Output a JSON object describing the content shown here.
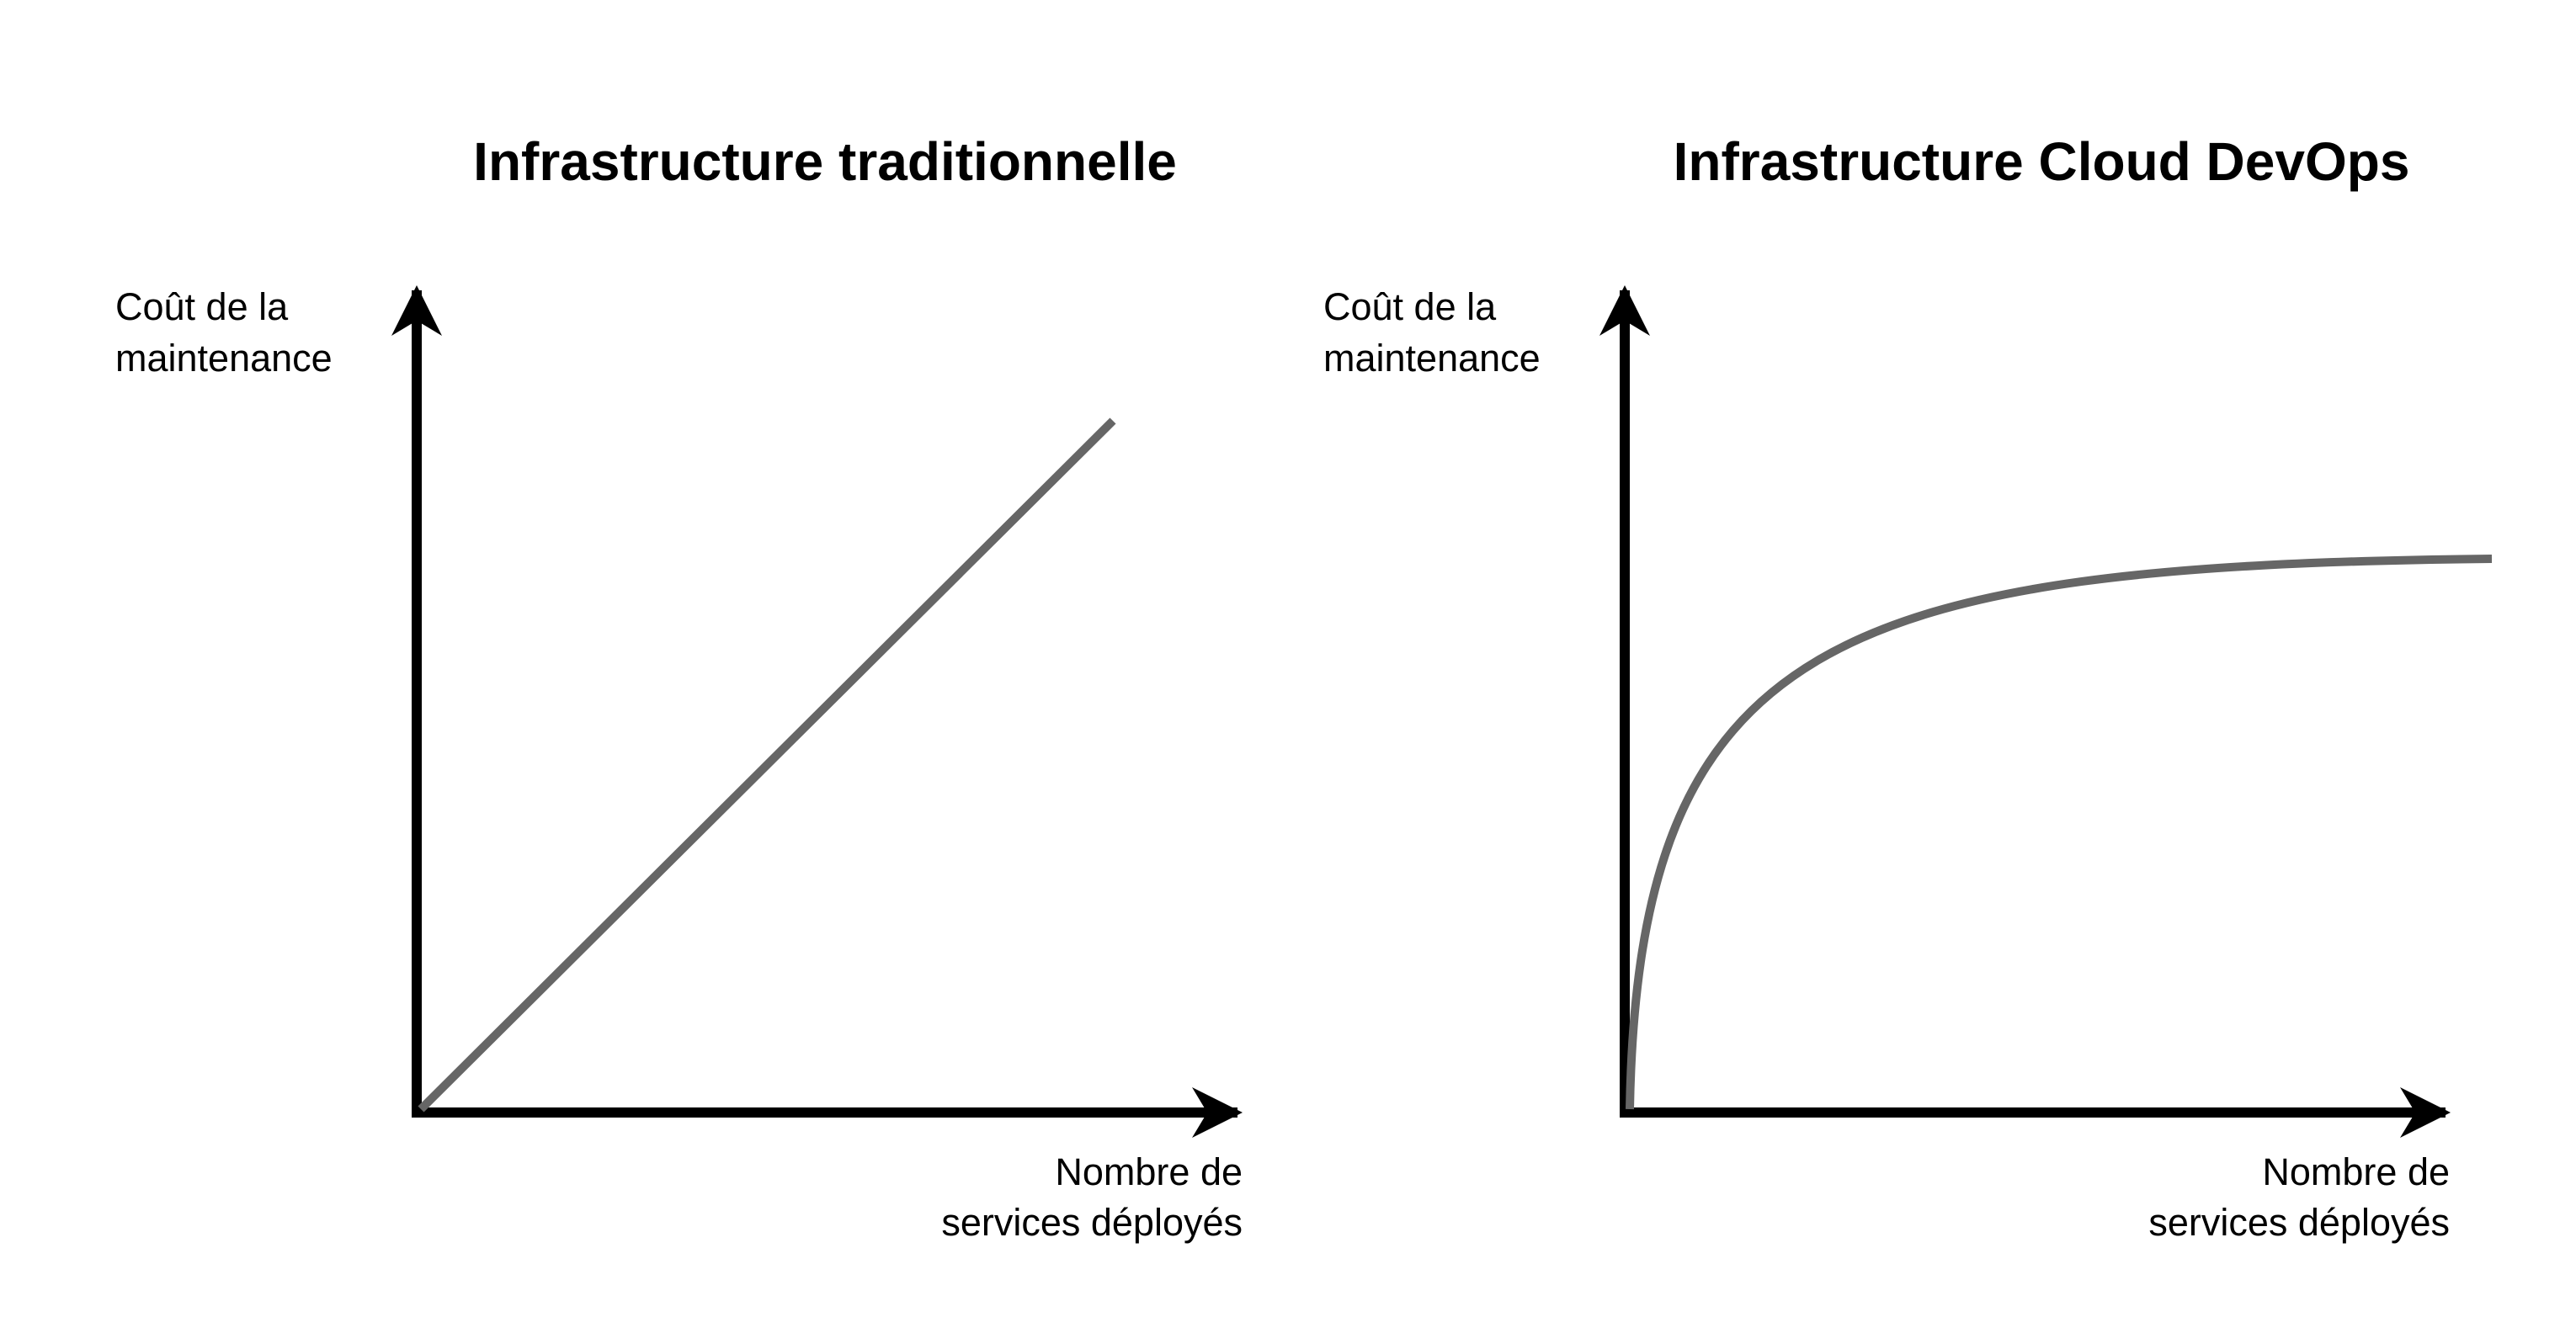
{
  "panels": [
    {
      "title": "Infrastructure traditionnelle",
      "y_label_line1": "Coût de la",
      "y_label_line2": "maintenance",
      "x_label_line1": "Nombre de",
      "x_label_line2": "services déployés",
      "curve": "linear"
    },
    {
      "title": "Infrastructure Cloud DevOps",
      "y_label_line1": "Coût de la",
      "y_label_line2": "maintenance",
      "x_label_line1": "Nombre de",
      "x_label_line2": "services déployés",
      "curve": "saturating"
    }
  ],
  "colors": {
    "axis": "#000000",
    "curve": "#666666",
    "background": "#ffffff"
  }
}
